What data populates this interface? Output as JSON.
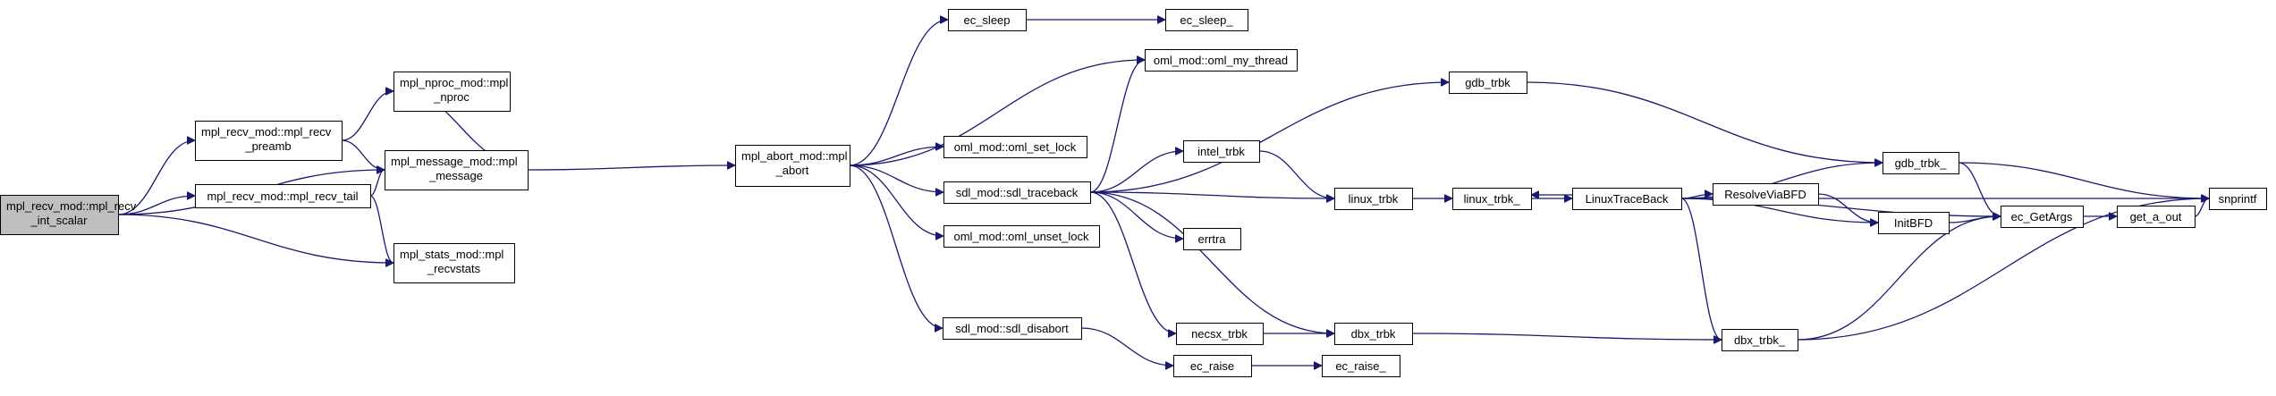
{
  "graph": {
    "edge_color": "#191970",
    "root_fill": "#bfbfbf",
    "nodes": [
      {
        "id": "recv_int_scalar",
        "lines": [
          "mpl_recv_mod::mpl_recv",
          "_int_scalar"
        ],
        "root": true
      },
      {
        "id": "recv_preamb",
        "lines": [
          "mpl_recv_mod::mpl_recv",
          "_preamb"
        ]
      },
      {
        "id": "recv_tail",
        "lines": [
          "mpl_recv_mod::mpl_recv_tail"
        ]
      },
      {
        "id": "nproc",
        "lines": [
          "mpl_nproc_mod::mpl",
          "_nproc"
        ]
      },
      {
        "id": "message",
        "lines": [
          "mpl_message_mod::mpl",
          "_message"
        ]
      },
      {
        "id": "recvstats",
        "lines": [
          "mpl_stats_mod::mpl",
          "_recvstats"
        ]
      },
      {
        "id": "abort",
        "lines": [
          "mpl_abort_mod::mpl",
          "_abort"
        ]
      },
      {
        "id": "ec_sleep",
        "lines": [
          "ec_sleep"
        ]
      },
      {
        "id": "ec_sleep_",
        "lines": [
          "ec_sleep_"
        ]
      },
      {
        "id": "oml_my_thread",
        "lines": [
          "oml_mod::oml_my_thread"
        ]
      },
      {
        "id": "oml_set_lock",
        "lines": [
          "oml_mod::oml_set_lock"
        ]
      },
      {
        "id": "sdl_traceback",
        "lines": [
          "sdl_mod::sdl_traceback"
        ]
      },
      {
        "id": "oml_unset_lock",
        "lines": [
          "oml_mod::oml_unset_lock"
        ]
      },
      {
        "id": "sdl_disabort",
        "lines": [
          "sdl_mod::sdl_disabort"
        ]
      },
      {
        "id": "gdb_trbk",
        "lines": [
          "gdb_trbk"
        ]
      },
      {
        "id": "intel_trbk",
        "lines": [
          "intel_trbk"
        ]
      },
      {
        "id": "errtra",
        "lines": [
          "errtra"
        ]
      },
      {
        "id": "necsx_trbk",
        "lines": [
          "necsx_trbk"
        ]
      },
      {
        "id": "ec_raise",
        "lines": [
          "ec_raise"
        ]
      },
      {
        "id": "ec_raise_",
        "lines": [
          "ec_raise_"
        ]
      },
      {
        "id": "linux_trbk",
        "lines": [
          "linux_trbk"
        ]
      },
      {
        "id": "dbx_trbk",
        "lines": [
          "dbx_trbk"
        ]
      },
      {
        "id": "linux_trbk_",
        "lines": [
          "linux_trbk_"
        ]
      },
      {
        "id": "linuxtraceback",
        "lines": [
          "LinuxTraceBack"
        ]
      },
      {
        "id": "gdb_trbk_",
        "lines": [
          "gdb_trbk_"
        ]
      },
      {
        "id": "resolveviabfd",
        "lines": [
          "ResolveViaBFD"
        ]
      },
      {
        "id": "initbfd",
        "lines": [
          "InitBFD"
        ]
      },
      {
        "id": "dbx_trbk_",
        "lines": [
          "dbx_trbk_"
        ]
      },
      {
        "id": "ec_getargs",
        "lines": [
          "ec_GetArgs"
        ]
      },
      {
        "id": "get_a_out",
        "lines": [
          "get_a_out"
        ]
      },
      {
        "id": "snprintf",
        "lines": [
          "snprintf"
        ]
      }
    ],
    "edges": [
      [
        "recv_int_scalar",
        "recv_preamb"
      ],
      [
        "recv_int_scalar",
        "message"
      ],
      [
        "recv_int_scalar",
        "recv_tail"
      ],
      [
        "recv_int_scalar",
        "recvstats"
      ],
      [
        "recv_preamb",
        "nproc"
      ],
      [
        "recv_preamb",
        "message"
      ],
      [
        "nproc",
        "message"
      ],
      [
        "recv_tail",
        "message"
      ],
      [
        "recv_tail",
        "recvstats"
      ],
      [
        "message",
        "abort"
      ],
      [
        "abort",
        "ec_sleep"
      ],
      [
        "abort",
        "oml_my_thread"
      ],
      [
        "abort",
        "oml_set_lock"
      ],
      [
        "abort",
        "sdl_traceback"
      ],
      [
        "abort",
        "oml_unset_lock"
      ],
      [
        "abort",
        "sdl_disabort"
      ],
      [
        "ec_sleep",
        "ec_sleep_"
      ],
      [
        "sdl_traceback",
        "oml_my_thread"
      ],
      [
        "sdl_traceback",
        "gdb_trbk"
      ],
      [
        "sdl_traceback",
        "intel_trbk"
      ],
      [
        "sdl_traceback",
        "linux_trbk"
      ],
      [
        "sdl_traceback",
        "errtra"
      ],
      [
        "sdl_traceback",
        "necsx_trbk"
      ],
      [
        "sdl_traceback",
        "dbx_trbk"
      ],
      [
        "sdl_disabort",
        "ec_raise"
      ],
      [
        "ec_raise",
        "ec_raise_"
      ],
      [
        "gdb_trbk",
        "gdb_trbk_"
      ],
      [
        "intel_trbk",
        "linux_trbk"
      ],
      [
        "linux_trbk",
        "linux_trbk_"
      ],
      [
        "linux_trbk_",
        "linuxtraceback"
      ],
      [
        "linuxtraceback",
        "linux_trbk_"
      ],
      [
        "linuxtraceback",
        "gdb_trbk_"
      ],
      [
        "linuxtraceback",
        "resolveviabfd"
      ],
      [
        "linuxtraceback",
        "initbfd"
      ],
      [
        "linuxtraceback",
        "ec_getargs"
      ],
      [
        "linuxtraceback",
        "dbx_trbk_"
      ],
      [
        "linuxtraceback",
        "snprintf"
      ],
      [
        "resolveviabfd",
        "initbfd"
      ],
      [
        "initbfd",
        "ec_getargs"
      ],
      [
        "gdb_trbk_",
        "ec_getargs"
      ],
      [
        "gdb_trbk_",
        "snprintf"
      ],
      [
        "necsx_trbk",
        "dbx_trbk"
      ],
      [
        "dbx_trbk",
        "dbx_trbk_"
      ],
      [
        "dbx_trbk_",
        "ec_getargs"
      ],
      [
        "dbx_trbk_",
        "snprintf"
      ],
      [
        "ec_getargs",
        "get_a_out"
      ],
      [
        "get_a_out",
        "snprintf"
      ]
    ]
  }
}
